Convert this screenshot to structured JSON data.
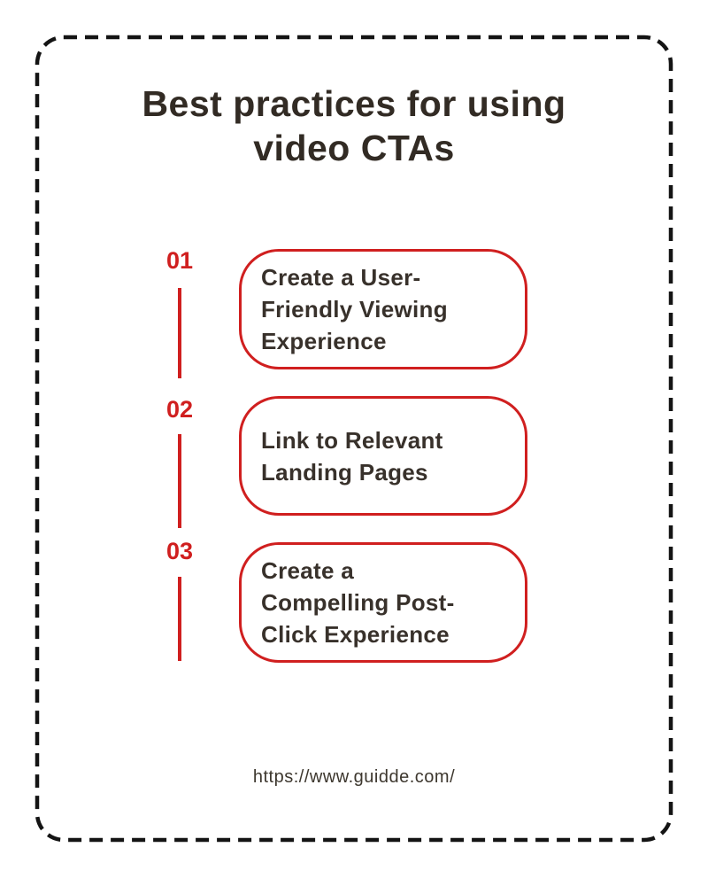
{
  "infographic": {
    "title": "Best practices for using\nvideo CTAs",
    "footer_url": "https://www.guidde.com/"
  },
  "colors": {
    "accent_red": "#d01f1f",
    "heading_text": "#322b24",
    "item_text": "#38312b",
    "frame_dark": "#141414",
    "background": "#ffffff"
  },
  "items": [
    {
      "number": "01",
      "label": "Create a User-\nFriendly Viewing\nExperience"
    },
    {
      "number": "02",
      "label": "Link to Relevant\nLanding Pages"
    },
    {
      "number": "03",
      "label": "Create a\nCompelling Post-\nClick Experience"
    }
  ]
}
